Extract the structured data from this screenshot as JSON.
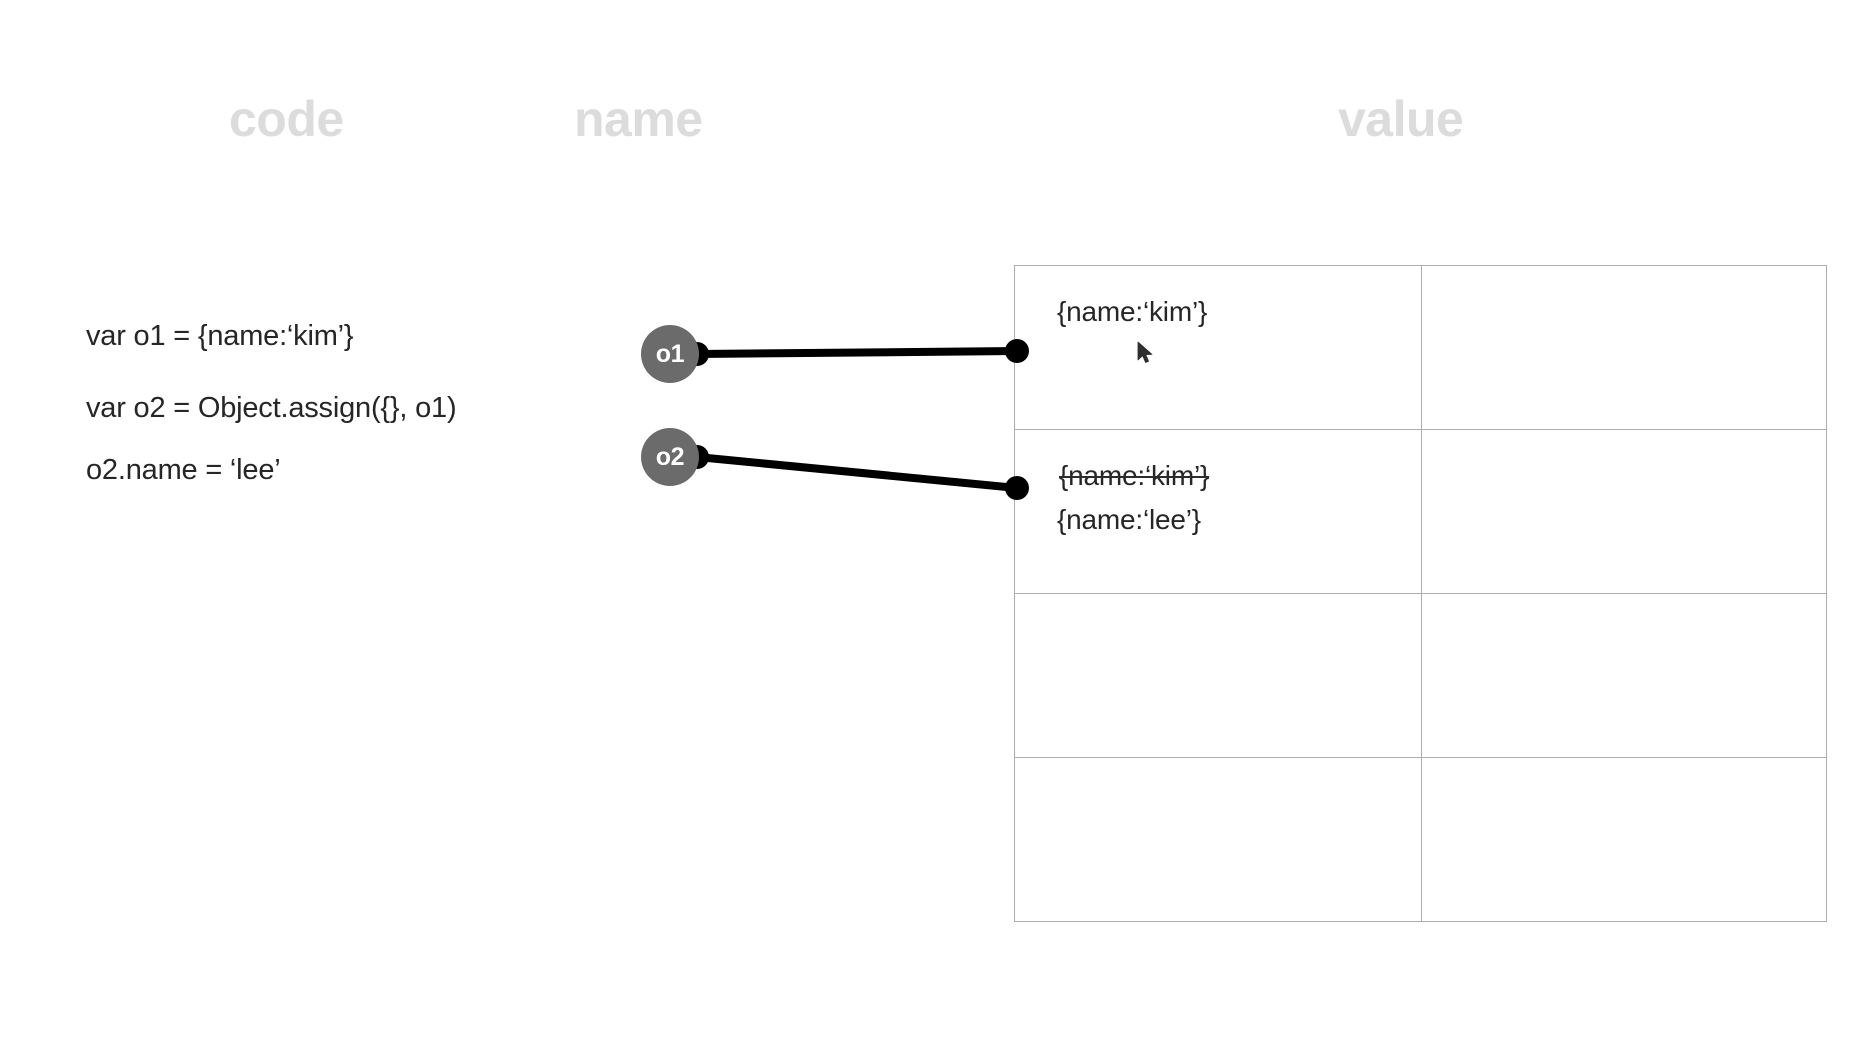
{
  "diagram": {
    "title": "Object.assign shallow copy visualization",
    "background_color": "#ffffff",
    "headers": {
      "code": "code",
      "name": "name",
      "value": "value",
      "color": "#dcdcdc"
    },
    "code": {
      "lines": [
        "var o1 = {name:‘kim’}",
        "var o2 = Object.assign({}, o1)",
        "o2.name = ‘lee’"
      ],
      "color": "#262626"
    },
    "nodes": [
      {
        "label": "o1",
        "fill": "#6b6b6b",
        "text_color": "#ffffff"
      },
      {
        "label": "o2",
        "fill": "#6b6b6b",
        "text_color": "#ffffff"
      }
    ],
    "edges": [
      {
        "from": "o1",
        "to": "row-1",
        "color": "#000000"
      },
      {
        "from": "o2",
        "to": "row-2",
        "color": "#000000"
      }
    ],
    "table": {
      "border_color": "#adadad",
      "columns": 2,
      "rows": [
        {
          "left": [
            {
              "text": "{name:‘kim’}",
              "struck": false
            }
          ],
          "right": []
        },
        {
          "left": [
            {
              "text": "{name:‘kim’}",
              "struck": true
            },
            {
              "text": "{name:‘lee’}",
              "struck": false
            }
          ],
          "right": []
        },
        {
          "left": [],
          "right": []
        },
        {
          "left": [],
          "right": []
        }
      ]
    },
    "cursor": {
      "icon": "mouse-pointer-icon",
      "color": "#333333"
    }
  }
}
